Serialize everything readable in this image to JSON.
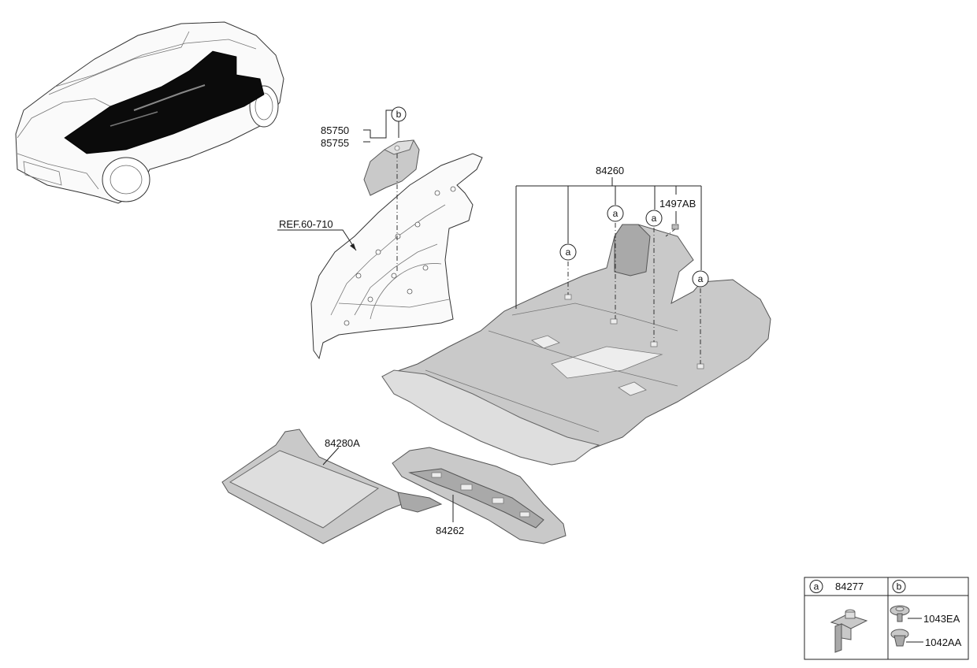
{
  "labels": {
    "p85750": "85750",
    "p85755": "85755",
    "ref": "REF.60-710",
    "p84260": "84260",
    "p1497AB": "1497AB",
    "p84280A": "84280A",
    "p84262": "84262"
  },
  "callouts": {
    "a": "a",
    "b": "b"
  },
  "legend": {
    "a_letter": "a",
    "a_part": "84277",
    "b_letter": "b",
    "b_part1": "1043EA",
    "b_part2": "1042AA"
  },
  "colors": {
    "part_fill": "#c9c9c9",
    "carpet_fill": "#0b0b0b",
    "line": "#222222"
  }
}
